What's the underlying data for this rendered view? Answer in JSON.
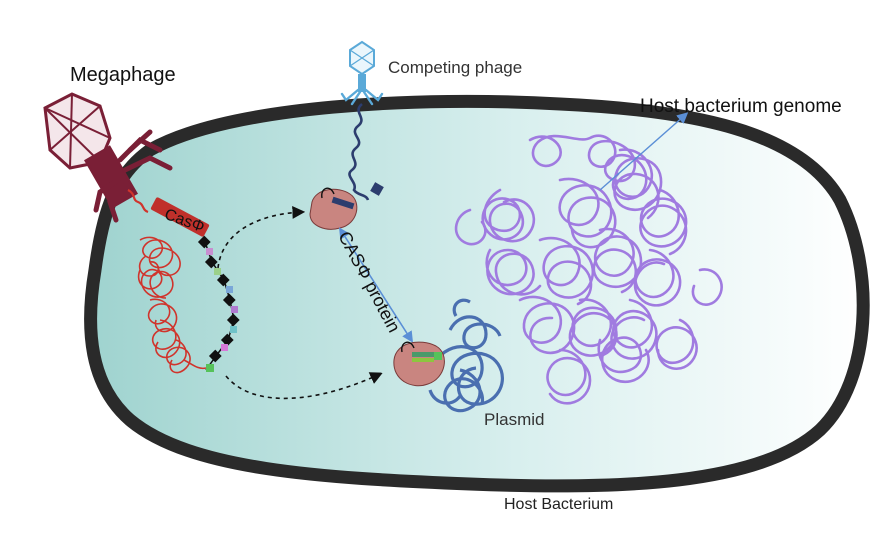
{
  "labels": {
    "megaphage": "Megaphage",
    "competing_phage": "Competing phage",
    "host_genome": "Host bacterium genome",
    "cas_phi": "CasΦ",
    "cas_phi_protein": "CASΦ protein",
    "plasmid": "Plasmid",
    "host_bacterium": "Host Bacterium"
  },
  "colors": {
    "cell_wall": "#2a2a2a",
    "cytoplasm_left": "#9fd3cf",
    "cytoplasm_right": "#ffffff",
    "megaphage": "#7a1f36",
    "cas_gene": "#c0302b",
    "phage_dna": "#d0342c",
    "host_genome": "#a07be0",
    "plasmid": "#4a6fb0",
    "competing_phage_dna": "#2c3d6e",
    "competing_phage_head": "#5aa9d8",
    "cas_protein": "#c98580",
    "guide_rna": "#4a9a6a",
    "arrow_blue": "#5b8fd6"
  }
}
